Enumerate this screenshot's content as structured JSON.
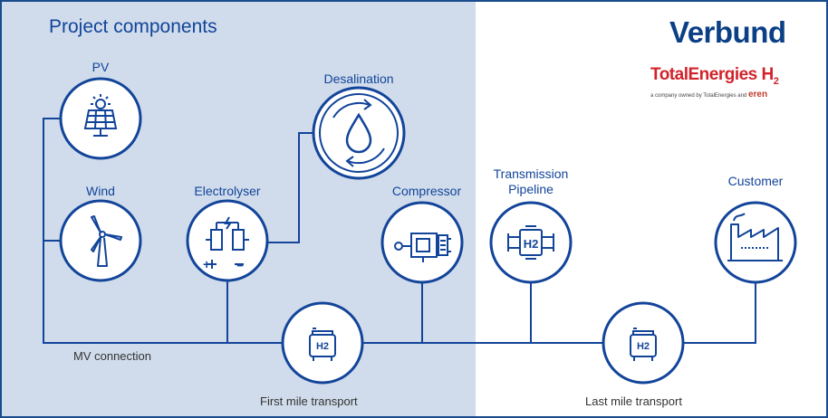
{
  "title": "Project components",
  "brand": {
    "verbund": "Verbund",
    "totalenergies": "TotalEnergies H",
    "totalenergies_sub": "2",
    "tagline": "a company owned by TotalEnergies and",
    "partner": "eren"
  },
  "components": {
    "pv": "PV",
    "wind": "Wind",
    "desalination": "Desalination",
    "electrolyser": "Electrolyser",
    "compressor": "Compressor",
    "transmission_pipeline_line1": "Transmission",
    "transmission_pipeline_line2": "Pipeline",
    "customer": "Customer"
  },
  "connections": {
    "mv": "MV connection",
    "first_mile": "First mile transport",
    "last_mile": "Last mile transport"
  },
  "symbols": {
    "h2": "H2",
    "plus": "+",
    "minus": "−"
  },
  "colors": {
    "primary": "#12449a",
    "highlight_panel": "#d0dceb",
    "frame": "#1a4b8c",
    "brand_red": "#d2232a"
  },
  "icons": [
    "solar-panel-icon",
    "wind-turbine-icon",
    "water-drop-icon",
    "electrolyser-icon",
    "compressor-icon",
    "pipeline-icon",
    "factory-icon",
    "hydrogen-tank-icon"
  ]
}
